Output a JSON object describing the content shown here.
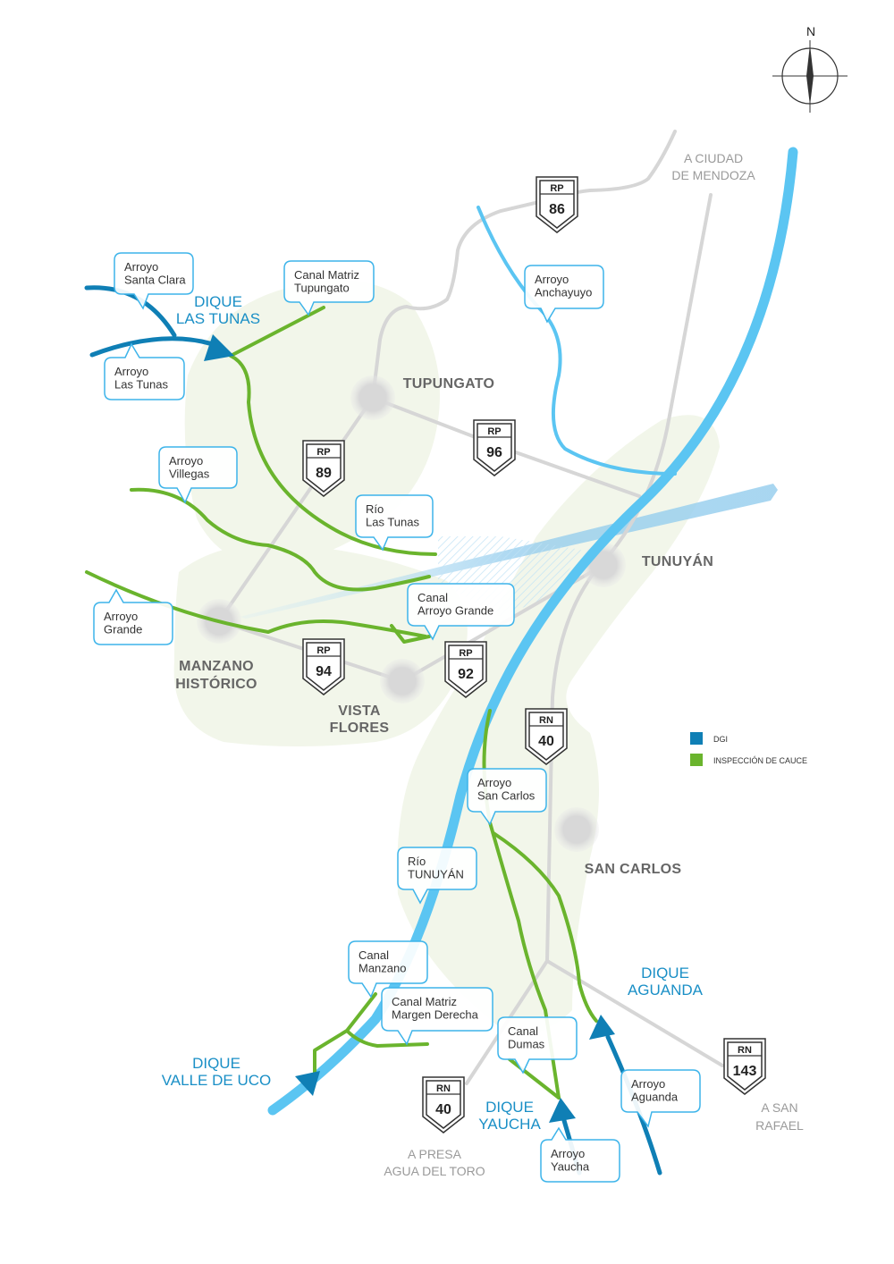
{
  "compass": {
    "label": "N"
  },
  "cities": {
    "tupungato": "TUPUNGATO",
    "tunuyan": "TUNUYÁN",
    "manzano": [
      "MANZANO",
      "HISTÓRICO"
    ],
    "vista_flores": [
      "VISTA",
      "FLORES"
    ],
    "san_carlos": "SAN CARLOS"
  },
  "dikes": {
    "las_tunas": [
      "DIQUE",
      "LAS TUNAS"
    ],
    "valle_de_uco": [
      "DIQUE",
      "VALLE DE UCO"
    ],
    "yaucha": [
      "DIQUE",
      "YAUCHA"
    ],
    "aguanda": [
      "DIQUE",
      "AGUANDA"
    ]
  },
  "destinations": {
    "mendoza": [
      "A CIUDAD",
      "DE MENDOZA"
    ],
    "san_rafael": [
      "A SAN",
      "RAFAEL"
    ],
    "agua_del_toro": [
      "A PRESA",
      "AGUA DEL TORO"
    ]
  },
  "callouts": [
    {
      "lines": [
        "Arroyo",
        "Santa Clara"
      ]
    },
    {
      "lines": [
        "Arroyo",
        "Las Tunas"
      ]
    },
    {
      "lines": [
        "Canal Matriz",
        "Tupungato"
      ]
    },
    {
      "lines": [
        "Arroyo",
        "Anchayuyo"
      ]
    },
    {
      "lines": [
        "Arroyo",
        "Villegas"
      ]
    },
    {
      "lines": [
        "Río",
        "Las Tunas"
      ]
    },
    {
      "lines": [
        "Arroyo",
        "Grande"
      ]
    },
    {
      "lines": [
        "Canal",
        "Arroyo Grande"
      ]
    },
    {
      "lines": [
        "Arroyo",
        "San Carlos"
      ]
    },
    {
      "lines": [
        "Río",
        "TUNUYÁN"
      ]
    },
    {
      "lines": [
        "Canal",
        "Manzano"
      ]
    },
    {
      "lines": [
        "Canal Matriz",
        "Margen Derecha"
      ]
    },
    {
      "lines": [
        "Canal",
        "Dumas"
      ]
    },
    {
      "lines": [
        "Arroyo",
        "Aguanda"
      ]
    },
    {
      "lines": [
        "Arroyo",
        "Yaucha"
      ]
    }
  ],
  "shields": [
    {
      "type": "RP",
      "number": "86"
    },
    {
      "type": "RP",
      "number": "89"
    },
    {
      "type": "RP",
      "number": "96"
    },
    {
      "type": "RP",
      "number": "94"
    },
    {
      "type": "RP",
      "number": "92"
    },
    {
      "type": "RN",
      "number": "40"
    },
    {
      "type": "RN",
      "number": "40"
    },
    {
      "type": "RN",
      "number": "143"
    }
  ],
  "legend": {
    "items": [
      {
        "label": "DGI",
        "color": "#0f7fb5"
      },
      {
        "label": "INSPECCIÓN DE CAUCE",
        "color": "#6ab42d"
      }
    ]
  },
  "colors": {
    "river": "#5bc5f2",
    "dgi": "#0f7fb5",
    "inspeccion": "#6ab42d",
    "road": "#d6d6d6",
    "area": "#f2f6ea"
  }
}
